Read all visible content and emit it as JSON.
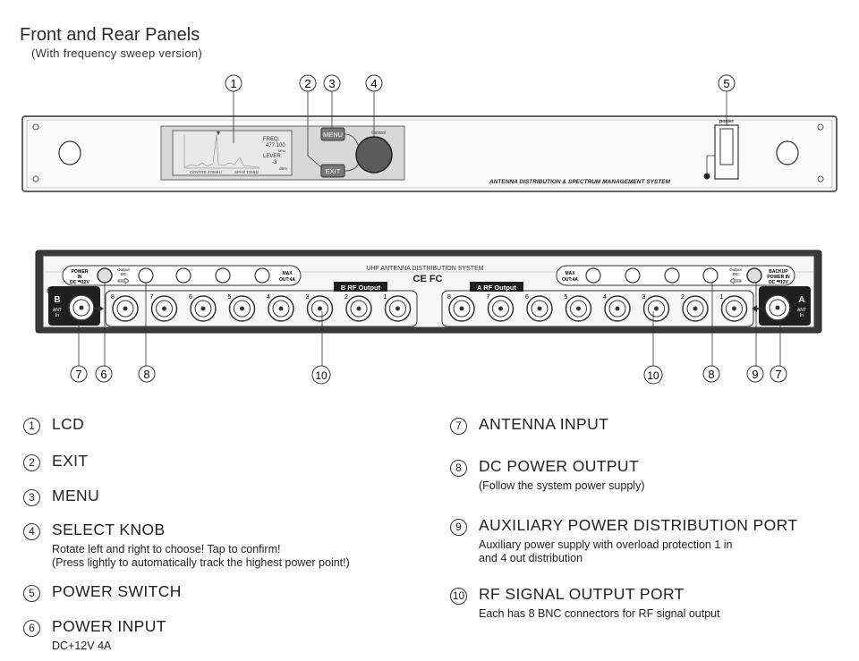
{
  "header": {
    "title": "Front and Rear Panels",
    "subtitle": "(With frequency sweep version)"
  },
  "front_panel": {
    "callouts": [
      "1",
      "2",
      "3",
      "4",
      "5"
    ],
    "lcd": {
      "freq_label": "FREQ:",
      "freq_value": "477.100",
      "freq_unit": "MHz",
      "level_label": "LEVER:",
      "level_value": "-3",
      "level_unit": "dBm",
      "centre_text": "CENTRE  470MHz",
      "span_text": "SPAN  72MHz"
    },
    "menu_button": "MENU",
    "exit_button": "EXIT",
    "knob_label": "Control",
    "power_label": "power",
    "system_name": "ANTENNA DISTRIBUTION & SPECTRUM MANAGEMENT SYSTEM"
  },
  "rear_panel": {
    "system_name": "UHF ANTENNA DISTRIBUTION SYSTEM",
    "power_in_left": [
      "POWER",
      "IN",
      "DC ⎃12V"
    ],
    "output_dc_label": [
      "Output",
      "DC"
    ],
    "max_out_left": [
      "MAX",
      "OUT:4A"
    ],
    "max_out_right": [
      "MAX",
      "OUT:4A"
    ],
    "backup_power": [
      "BACKUP",
      "POWER IN",
      "DC ⎃12V"
    ],
    "b_rf_output": "B  RF Output",
    "a_rf_output": "A  RF Output",
    "b_ant_in": [
      "B",
      "ANT",
      "In"
    ],
    "a_ant_in": [
      "A",
      "ANT",
      "In"
    ],
    "b_port_numbers": [
      "8",
      "7",
      "6",
      "5",
      "4",
      "3",
      "2",
      "1"
    ],
    "a_port_numbers": [
      "8",
      "7",
      "6",
      "5",
      "4",
      "3",
      "2",
      "1"
    ],
    "cert_marks": "CE FC",
    "callouts_left": [
      "7",
      "6",
      "8",
      "10"
    ],
    "callouts_right": [
      "10",
      "8",
      "9",
      "7"
    ]
  },
  "legend": [
    {
      "num": "1",
      "label": "LCD",
      "desc": []
    },
    {
      "num": "2",
      "label": "EXIT",
      "desc": []
    },
    {
      "num": "3",
      "label": "MENU",
      "desc": []
    },
    {
      "num": "4",
      "label": "SELECT KNOB",
      "desc": [
        "Rotate left and right to choose! Tap to confirm!",
        "(Press lightly to automatically track the highest power point!)"
      ]
    },
    {
      "num": "5",
      "label": "POWER SWITCH",
      "desc": []
    },
    {
      "num": "6",
      "label": "POWER INPUT",
      "desc": [
        "DC+12V  4A"
      ]
    },
    {
      "num": "7",
      "label": "ANTENNA INPUT",
      "desc": []
    },
    {
      "num": "8",
      "label": "DC POWER OUTPUT",
      "desc": [
        "(Follow the system power supply)"
      ]
    },
    {
      "num": "9",
      "label": "AUXILIARY POWER DISTRIBUTION PORT",
      "desc": [
        "Auxiliary power supply with overload protection 1 in",
        "and 4 out distribution"
      ]
    },
    {
      "num": "10",
      "label": "RF SIGNAL OUTPUT PORT",
      "desc": [
        "Each has 8 BNC connectors for RF signal output"
      ]
    }
  ]
}
